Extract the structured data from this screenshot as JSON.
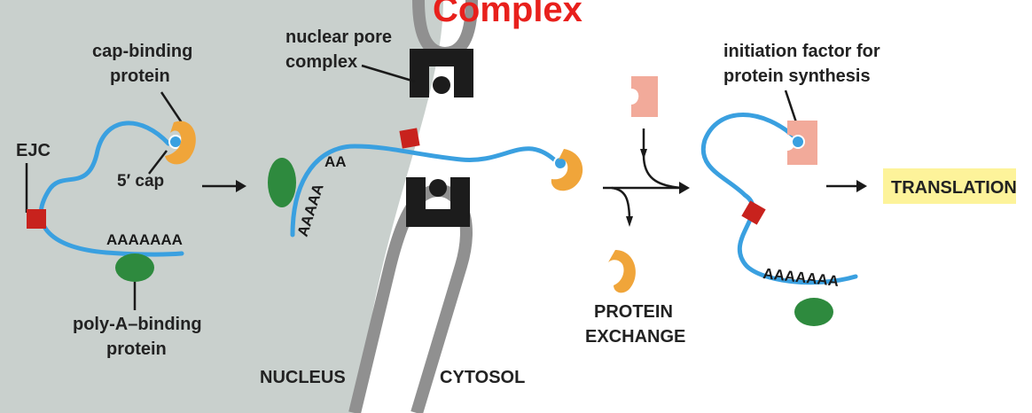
{
  "title": "Complex",
  "labels": {
    "nuclear_pore_complex": [
      "nuclear pore",
      "complex"
    ],
    "cap_binding_protein": [
      "cap-binding",
      "protein"
    ],
    "ejc": "EJC",
    "five_prime_cap": "5′ cap",
    "poly_a_tail": "AAAAAAA",
    "poly_a_binding_protein": [
      "poly-A–binding",
      "protein"
    ],
    "nucleus": "NUCLEUS",
    "cytosol": "CYTOSOL",
    "poly_a_transit_bend": "AAAAA",
    "poly_a_transit_end": "AA",
    "protein_exchange": [
      "PROTEIN",
      "EXCHANGE"
    ],
    "initiation_factor": [
      "initiation factor for",
      "protein synthesis"
    ],
    "poly_a_tail_cytosol": "AAAAAAA",
    "translation": "TRANSLATION"
  },
  "colors": {
    "title": "#e8201c",
    "nucleus_bg": "#c9d0cd",
    "mrna": "#3aa0e0",
    "ejc": "#c8221d",
    "cap_binding_protein": "#f0a53a",
    "poly_a_binding_protein": "#2e8a3e",
    "initiation_factor": "#f2aa9a",
    "pore": "#1c1c1c",
    "membrane": "#909090",
    "translation_box": "#fdf39a"
  },
  "icons": {
    "ejc": "red-square",
    "cap_binding_protein": "orange-crescent",
    "poly_a_binding_protein": "green-oval",
    "initiation_factor": "pink-notched-block",
    "five_prime_cap": "blue-dot",
    "nuclear_pore": "black-channel"
  }
}
